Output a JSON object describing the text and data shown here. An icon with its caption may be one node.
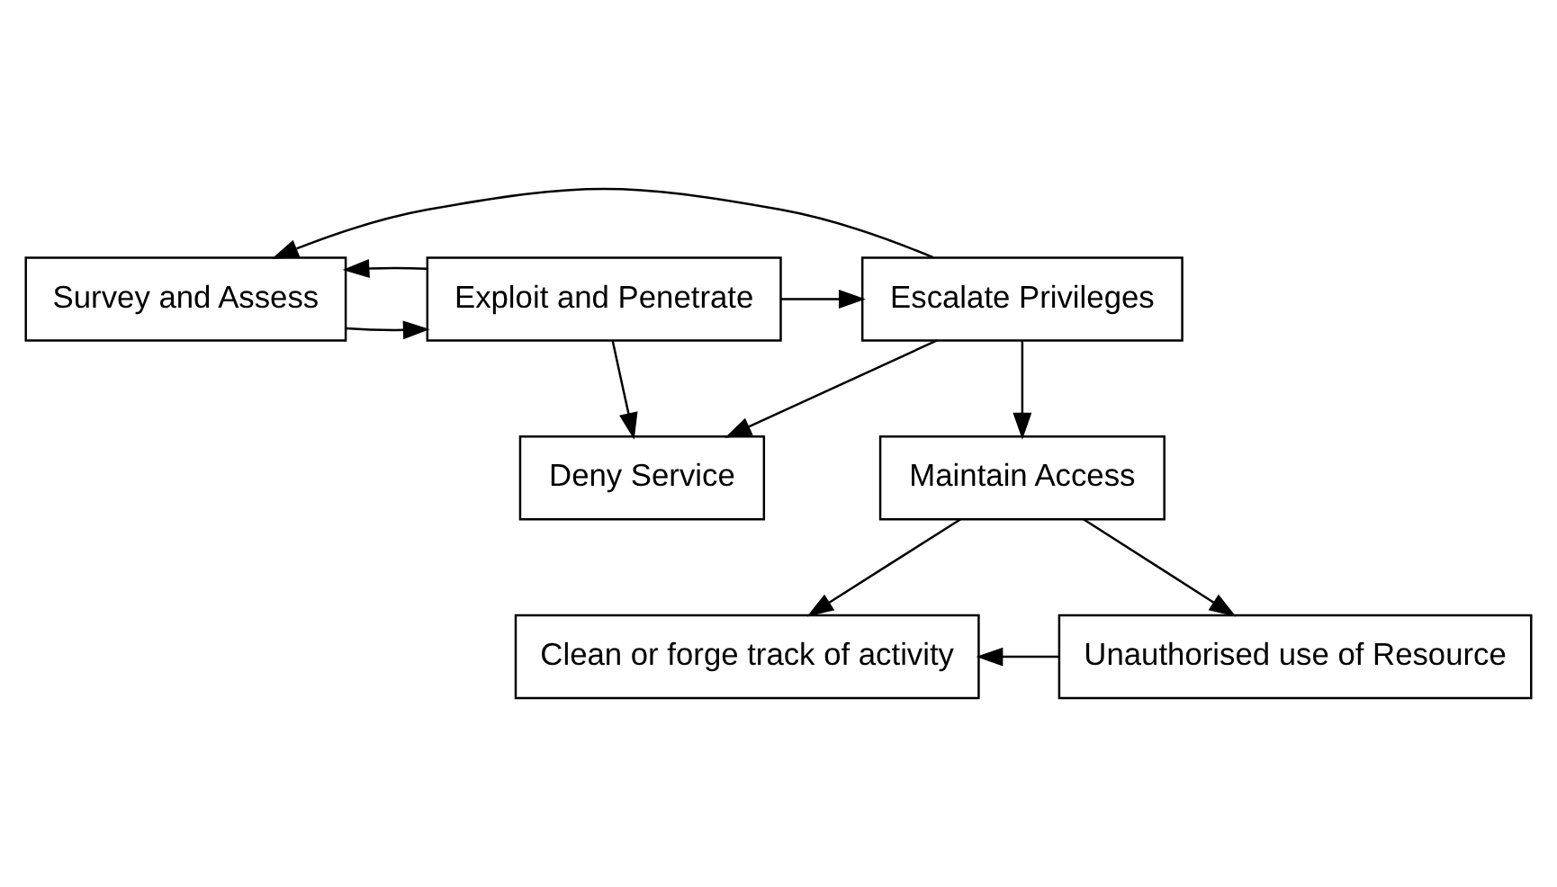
{
  "diagram": {
    "nodes": [
      {
        "text": [
          "Survey and Assess"
        ]
      },
      {
        "text": [
          "Exploit and Penetrate"
        ]
      },
      {
        "text": [
          "Escalate Privileges"
        ]
      },
      {
        "text": [
          "Deny Service"
        ]
      },
      {
        "text": [
          "Maintain Access"
        ]
      },
      {
        "text": [
          "Clean or forge track of activity"
        ]
      },
      {
        "text": [
          "Unauthorised use of Resource"
        ]
      }
    ],
    "edges": [
      {
        "from": 0,
        "to": 1,
        "arrow": "to"
      },
      {
        "from": 1,
        "to": 2,
        "arrow": "to"
      },
      {
        "from": 1,
        "to": 0,
        "arrow": "to"
      },
      {
        "from": 2,
        "to": 0,
        "arrow": "to"
      },
      {
        "from": 1,
        "to": 3,
        "arrow": "to"
      },
      {
        "from": 2,
        "to": 3,
        "arrow": "to"
      },
      {
        "from": 2,
        "to": 4,
        "arrow": "to"
      },
      {
        "from": 4,
        "to": 5,
        "arrow": "to"
      },
      {
        "from": 4,
        "to": 6,
        "arrow": "to"
      },
      {
        "from": 6,
        "to": 5,
        "arrow": "to"
      }
    ]
  }
}
